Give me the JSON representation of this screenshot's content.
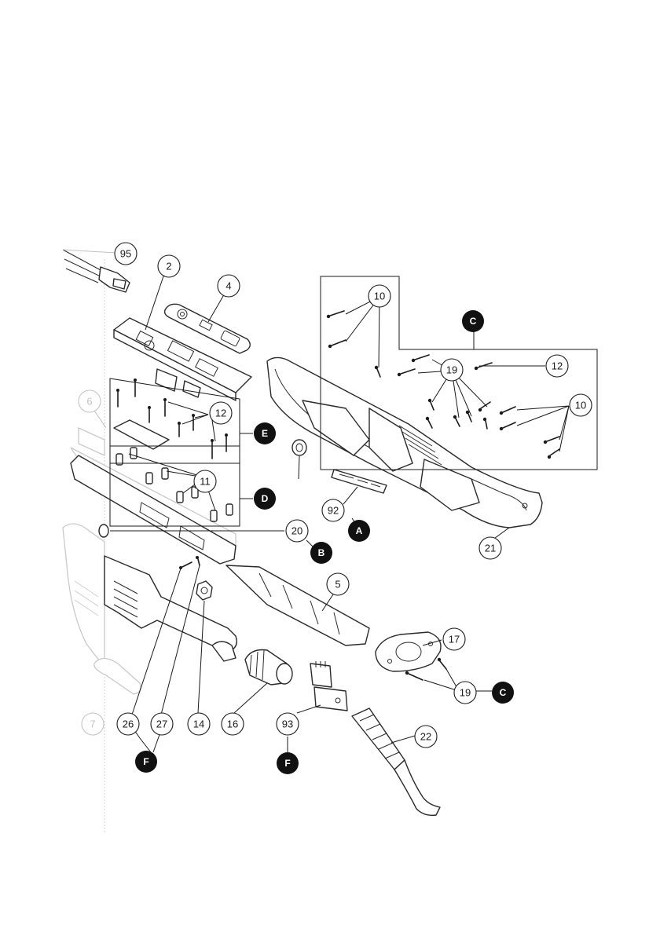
{
  "diagram": {
    "callouts": [
      {
        "id": "c95",
        "label": "95",
        "faded": false
      },
      {
        "id": "c2",
        "label": "2",
        "faded": false
      },
      {
        "id": "c4",
        "label": "4",
        "faded": false
      },
      {
        "id": "c10a",
        "label": "10",
        "faded": false
      },
      {
        "id": "c6",
        "label": "6",
        "faded": true
      },
      {
        "id": "c12a",
        "label": "12",
        "faded": false
      },
      {
        "id": "c19a",
        "label": "19",
        "faded": false
      },
      {
        "id": "c12b",
        "label": "12",
        "faded": false
      },
      {
        "id": "c10b",
        "label": "10",
        "faded": false
      },
      {
        "id": "c11",
        "label": "11",
        "faded": false
      },
      {
        "id": "c92",
        "label": "92",
        "faded": false
      },
      {
        "id": "c20",
        "label": "20",
        "faded": false
      },
      {
        "id": "c21",
        "label": "21",
        "faded": false
      },
      {
        "id": "c5",
        "label": "5",
        "faded": false
      },
      {
        "id": "c17",
        "label": "17",
        "faded": false
      },
      {
        "id": "c19b",
        "label": "19",
        "faded": false
      },
      {
        "id": "c7",
        "label": "7",
        "faded": true
      },
      {
        "id": "c26",
        "label": "26",
        "faded": false
      },
      {
        "id": "c27",
        "label": "27",
        "faded": false
      },
      {
        "id": "c14",
        "label": "14",
        "faded": false
      },
      {
        "id": "c16",
        "label": "16",
        "faded": false
      },
      {
        "id": "c93",
        "label": "93",
        "faded": false
      },
      {
        "id": "c22",
        "label": "22",
        "faded": false
      }
    ],
    "letter_markers": [
      {
        "id": "lC1",
        "label": "C"
      },
      {
        "id": "lE",
        "label": "E"
      },
      {
        "id": "lD",
        "label": "D"
      },
      {
        "id": "lA",
        "label": "A"
      },
      {
        "id": "lB",
        "label": "B"
      },
      {
        "id": "lC2",
        "label": "C"
      },
      {
        "id": "lF1",
        "label": "F"
      },
      {
        "id": "lF2",
        "label": "F"
      }
    ]
  }
}
